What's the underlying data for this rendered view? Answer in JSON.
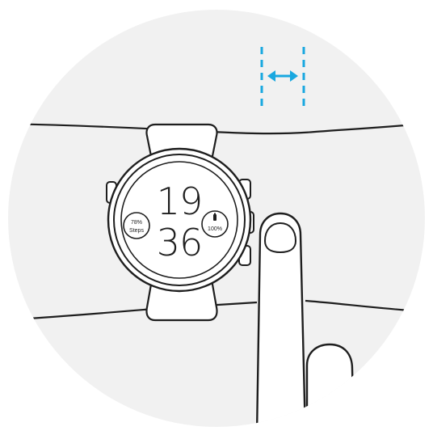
{
  "watch_face": {
    "hour": "19",
    "minute": "36",
    "left_complication": {
      "value": "78%",
      "label": "Steps"
    },
    "right_complication": {
      "icon": "battery-icon",
      "value": "100%"
    }
  },
  "colors": {
    "background_circle": "#f1f1f1",
    "outline": "#1e1e1e",
    "accent": "#19a8e0",
    "watch_face": "#ffffff"
  },
  "icons": [
    "width-arrow-icon",
    "battery-icon",
    "finger-tap-icon"
  ]
}
